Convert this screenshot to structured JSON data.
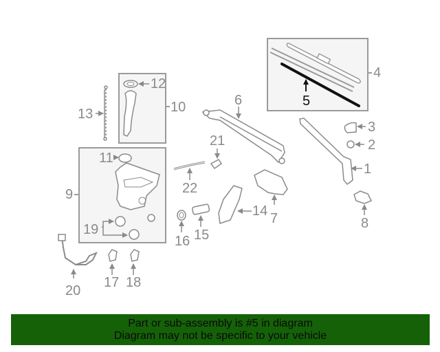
{
  "diagram": {
    "title": "Windshield wiper and washer parts diagram",
    "highlighted_part": "5",
    "colors": {
      "line": "#8a8a8a",
      "box_border": "#9a9a9a",
      "box_fill": "#f5f5f5",
      "highlight": "#111111",
      "banner_bg": "#156108",
      "banner_text": "#0a0a0a"
    },
    "callouts": [
      {
        "id": "1",
        "label": "1",
        "part": "wiper-arm-right"
      },
      {
        "id": "2",
        "label": "2",
        "part": "nut"
      },
      {
        "id": "3",
        "label": "3",
        "part": "cap"
      },
      {
        "id": "4",
        "label": "4",
        "part": "wiper-blade-assembly"
      },
      {
        "id": "5",
        "label": "5",
        "part": "blade-refill"
      },
      {
        "id": "6",
        "label": "6",
        "part": "wiper-linkage"
      },
      {
        "id": "7",
        "label": "7",
        "part": "wiper-motor"
      },
      {
        "id": "8",
        "label": "8",
        "part": "washer-nozzle"
      },
      {
        "id": "9",
        "label": "9",
        "part": "washer-reservoir-assembly"
      },
      {
        "id": "10",
        "label": "10",
        "part": "filler-neck-assembly"
      },
      {
        "id": "11",
        "label": "11",
        "part": "grommet"
      },
      {
        "id": "12",
        "label": "12",
        "part": "filler-cap"
      },
      {
        "id": "13",
        "label": "13",
        "part": "dipstick"
      },
      {
        "id": "14",
        "label": "14",
        "part": "reservoir-bracket"
      },
      {
        "id": "15",
        "label": "15",
        "part": "washer-pump"
      },
      {
        "id": "16",
        "label": "16",
        "part": "pump-grommet"
      },
      {
        "id": "17",
        "label": "17",
        "part": "connector"
      },
      {
        "id": "18",
        "label": "18",
        "part": "connector"
      },
      {
        "id": "19",
        "label": "19",
        "part": "grommets"
      },
      {
        "id": "20",
        "label": "20",
        "part": "wiring-harness"
      },
      {
        "id": "21",
        "label": "21",
        "part": "clip"
      },
      {
        "id": "22",
        "label": "22",
        "part": "washer-hose"
      }
    ]
  },
  "banner": {
    "line1": "Part or sub-assembly is #5 in diagram",
    "line2": "Diagram may not be specific to your vehicle"
  }
}
